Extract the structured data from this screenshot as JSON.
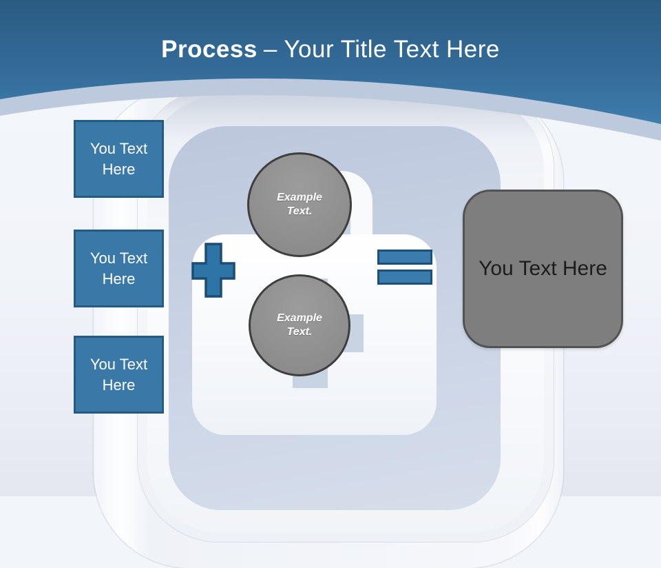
{
  "slide": {
    "title": {
      "keyword": "Process",
      "separator_and_rest": "– Your Title Text Here"
    },
    "input_boxes": [
      {
        "label": "You Text Here"
      },
      {
        "label": "You Text Here"
      },
      {
        "label": "You Text Here"
      }
    ],
    "example_circles": [
      {
        "label": "Example Text."
      },
      {
        "label": "Example Text."
      }
    ],
    "result_box": {
      "label": "You Text Here"
    },
    "icons": {
      "plus": "plus-icon",
      "equals": "equals-icon",
      "briefcase": "first-aid-kit-icon",
      "cross": "medical-cross-icon"
    },
    "colors": {
      "header_blue_top": "#2b5c83",
      "header_blue_bottom": "#3f7dac",
      "curve_band": "#bdcadd",
      "accent_blue": "#2f74a7",
      "accent_blue_border": "#1d4f77",
      "box_blue": "#3a78a8",
      "box_blue_border": "#255a82",
      "circle_gray": "#8f8f8f",
      "circle_border": "#3e3e3e",
      "result_gray": "#7e7e7e",
      "result_border": "#525252",
      "panel_blue": "#c8d2e4",
      "text_white": "#ffffff",
      "text_black": "#1c1c1c"
    }
  }
}
